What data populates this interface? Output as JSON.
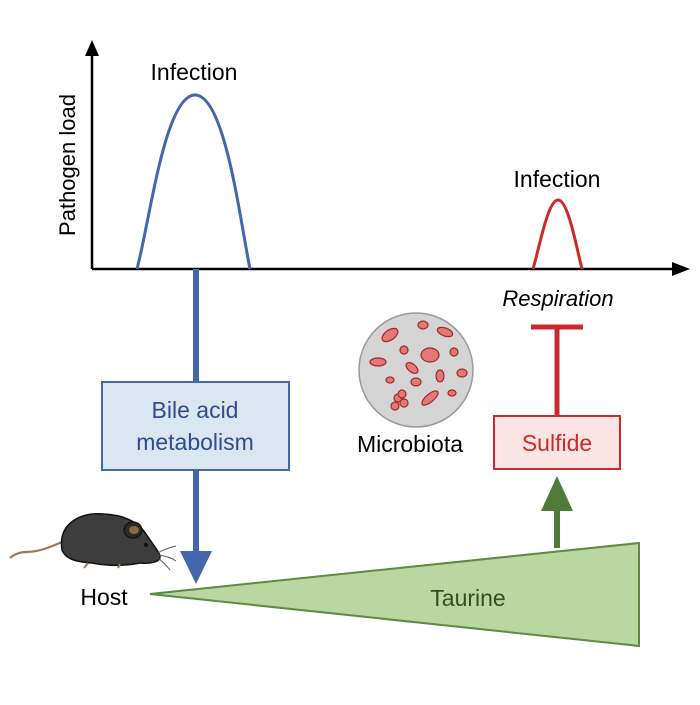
{
  "axis": {
    "ylabel": "Pathogen load"
  },
  "peaks": {
    "first_label": "Infection",
    "second_label": "Infection"
  },
  "respiration": {
    "label": "Respiration"
  },
  "boxes": {
    "bile_line1": "Bile acid",
    "bile_line2": "metabolism",
    "sulfide": "Sulfide"
  },
  "labels": {
    "microbiota": "Microbiota",
    "host": "Host",
    "taurine": "Taurine"
  },
  "colors": {
    "blue": "#4466aa",
    "red": "#cc2a2a",
    "green_arrow": "#4f7a3a",
    "green_fill": "#b9d7a0",
    "green_stroke": "#5d8a45",
    "bile_fill": "#dbe6f3",
    "sulfide_fill": "#fbe4e4"
  },
  "icons": {
    "mouse": "mouse-icon",
    "microbiota": "microbiota-icon"
  }
}
